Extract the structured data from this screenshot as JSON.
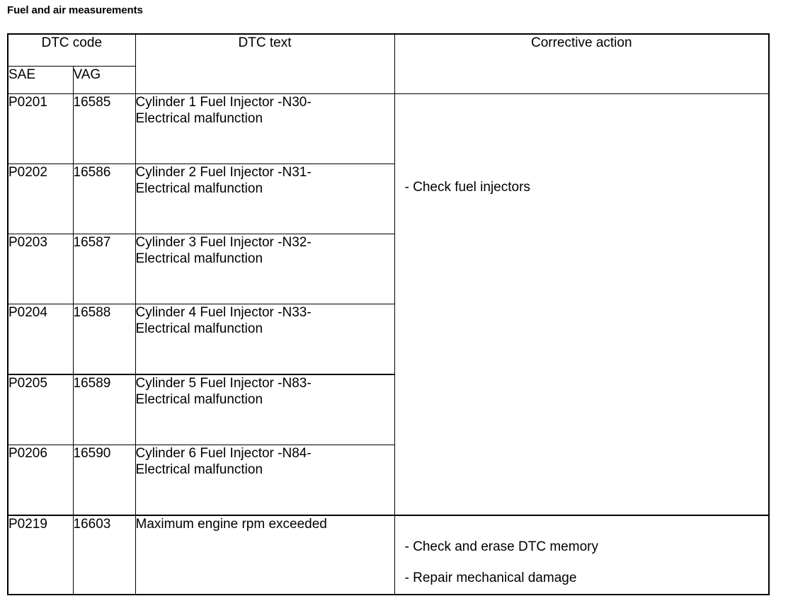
{
  "document": {
    "section_title": "Fuel and air measurements"
  },
  "table": {
    "headers": {
      "dtc_code": "DTC code",
      "dtc_text": "DTC text",
      "corrective_action": "Corrective action",
      "sae": "SAE",
      "vag": "VAG",
      "text_sub_blank": ""
    },
    "rows": [
      {
        "sae": "P0201",
        "vag": "16585",
        "text_line1": "Cylinder 1 Fuel Injector -N30-",
        "text_line2": "Electrical malfunction"
      },
      {
        "sae": "P0202",
        "vag": "16586",
        "text_line1": "Cylinder 2 Fuel Injector -N31-",
        "text_line2": "Electrical malfunction"
      },
      {
        "sae": "P0203",
        "vag": "16587",
        "text_line1": "Cylinder 3 Fuel Injector -N32-",
        "text_line2": "Electrical malfunction"
      },
      {
        "sae": "P0204",
        "vag": "16588",
        "text_line1": "Cylinder 4 Fuel Injector -N33-",
        "text_line2": "Electrical malfunction"
      },
      {
        "sae": "P0205",
        "vag": "16589",
        "text_line1": "Cylinder 5 Fuel Injector -N83-",
        "text_line2": "Electrical malfunction"
      },
      {
        "sae": "P0206",
        "vag": "16590",
        "text_line1": "Cylinder 6 Fuel Injector -N84-",
        "text_line2": "Electrical malfunction"
      },
      {
        "sae": "P0219",
        "vag": "16603",
        "text_line1": "Maximum engine rpm exceeded",
        "text_line2": ""
      }
    ],
    "corrective_actions": {
      "injector_group": [
        "- Check fuel injectors"
      ],
      "rpm_group": [
        "- Check and erase DTC memory",
        "- Repair mechanical damage"
      ]
    }
  },
  "colors": {
    "page_background": "#ffffff",
    "text": "#000000",
    "border": "#000000"
  }
}
